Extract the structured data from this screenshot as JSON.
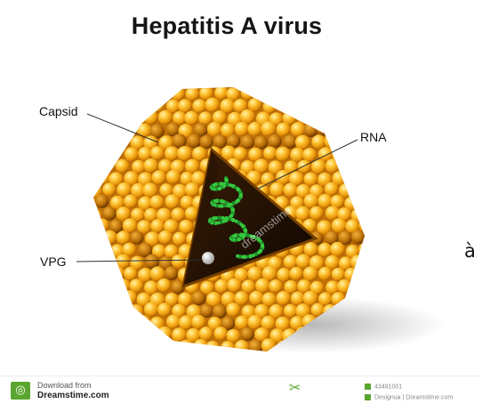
{
  "title": "Hepatitis A virus",
  "labels": {
    "capsid": "Capsid",
    "rna": "RNA",
    "vpg": "VPG"
  },
  "stray_char": "à",
  "watermark": "dreamstime",
  "footer": {
    "download_line": "Download from",
    "site": "Dreamstime.com",
    "image_id": "43491001",
    "credit": "Designua | Dreamstime.com"
  },
  "colors": {
    "sphere_light": "#ffd15a",
    "sphere_mid": "#f5a80f",
    "sphere_dark": "#a85a00",
    "rna_green": "#2fbf3a",
    "vpg_ball": "#e6e6e6",
    "interior": "#1a0d03",
    "footer_green": "#5aa52f"
  }
}
